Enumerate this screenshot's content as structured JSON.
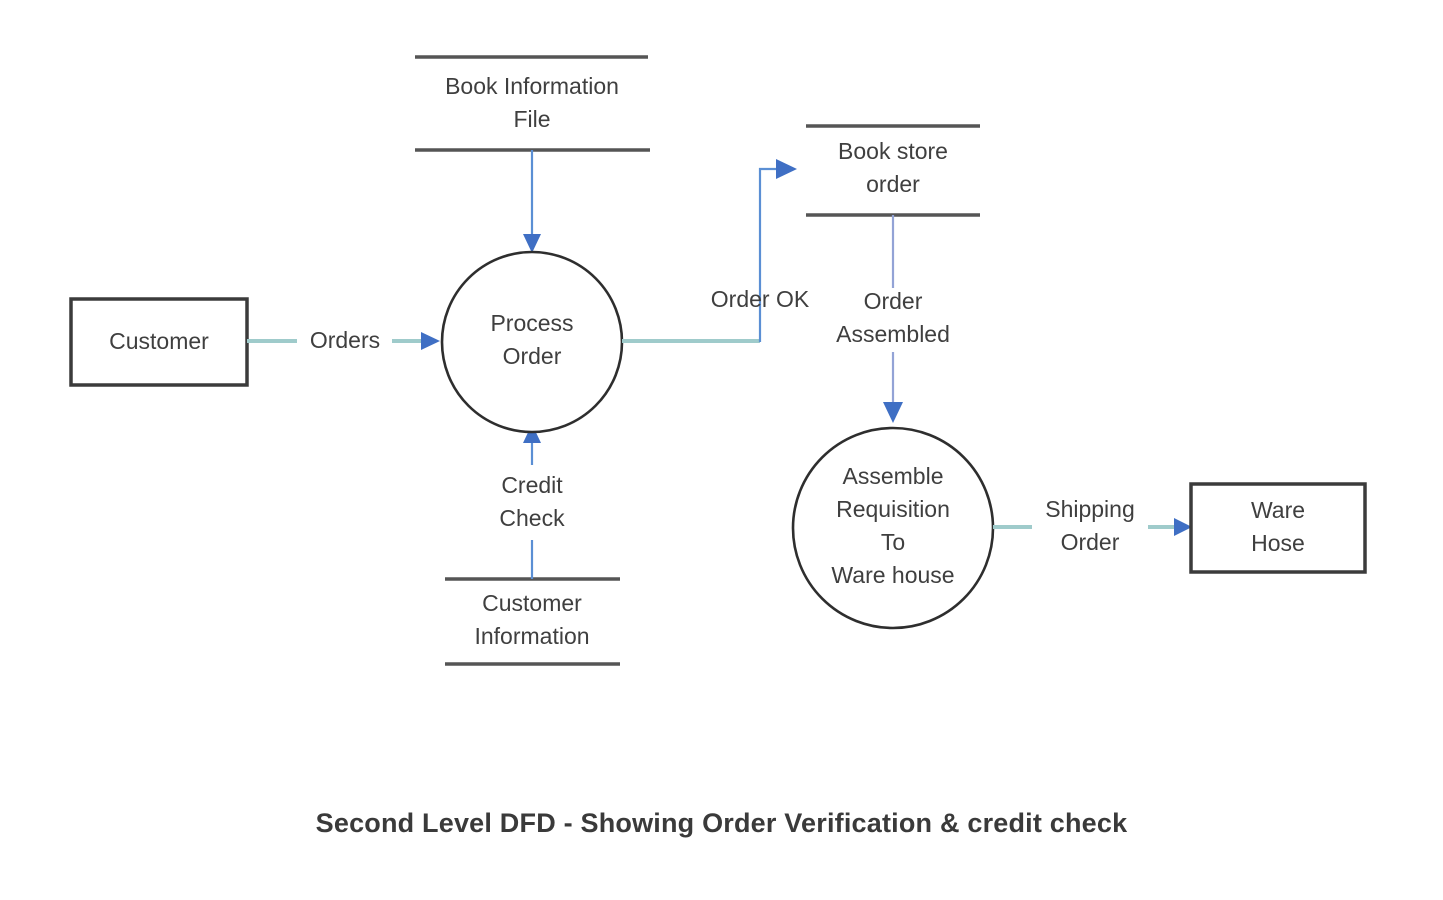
{
  "diagram": {
    "title": "Second Level DFD - Showing Order Verification & credit check",
    "caption": "Second Level DFD - Showing Order Verification & credit check",
    "colors": {
      "background": "#ffffff",
      "shape_stroke": "#3b3b3b",
      "store_line": "#555555",
      "flow_teal": "#9fcbcb",
      "flow_blue": "#5b8fd4",
      "flow_blue_soft": "#93a3d6",
      "arrowhead_blue": "#3f6fc4",
      "text": "#3f3f3f"
    },
    "external_entities": [
      {
        "id": "customer",
        "label": "Customer"
      },
      {
        "id": "warehouse",
        "label_line1": "Ware",
        "label_line2": "Hose"
      }
    ],
    "processes": [
      {
        "id": "process-order",
        "label_line1": "Process",
        "label_line2": "Order"
      },
      {
        "id": "assemble-requisition",
        "label_line1": "Assemble",
        "label_line2": "Requisition",
        "label_line3": "To",
        "label_line4": "Ware house"
      }
    ],
    "data_stores": [
      {
        "id": "book-information-file",
        "label_line1": "Book Information",
        "label_line2": "File"
      },
      {
        "id": "book-store-order",
        "label_line1": "Book store",
        "label_line2": "order"
      },
      {
        "id": "customer-information",
        "label_line1": "Customer",
        "label_line2": "Information"
      }
    ],
    "data_flows": [
      {
        "id": "orders",
        "label": "Orders",
        "from": "customer",
        "to": "process-order"
      },
      {
        "id": "book-info",
        "label": "",
        "from": "book-information-file",
        "to": "process-order"
      },
      {
        "id": "credit-check",
        "label_line1": "Credit",
        "label_line2": "Check",
        "from": "customer-information",
        "to": "process-order"
      },
      {
        "id": "order-ok",
        "label": "Order OK",
        "from": "process-order",
        "to": "book-store-order"
      },
      {
        "id": "order-assembled",
        "label_line1": "Order",
        "label_line2": "Assembled",
        "from": "book-store-order",
        "to": "assemble-requisition"
      },
      {
        "id": "shipping-order",
        "label_line1": "Shipping",
        "label_line2": "Order",
        "from": "assemble-requisition",
        "to": "warehouse"
      }
    ]
  }
}
